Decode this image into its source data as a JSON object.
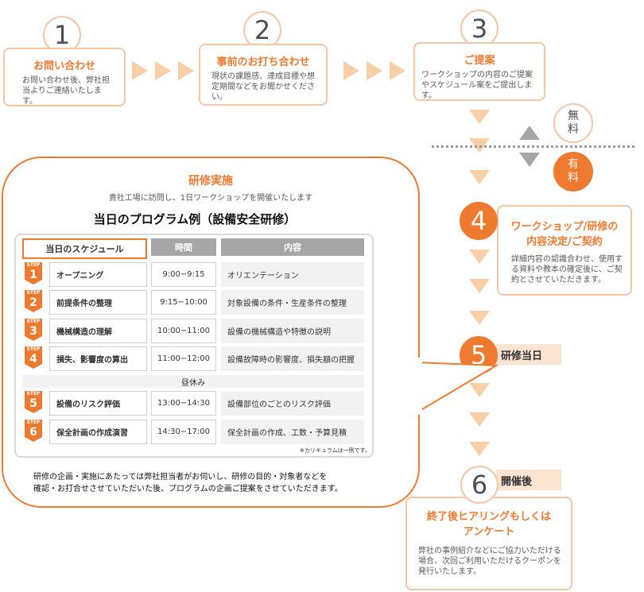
{
  "steps": [
    {
      "number": "1",
      "title": "お問い合わせ",
      "text": "お問い合わせ後、弊社担当よりご連絡いたします。"
    },
    {
      "number": "2",
      "title": "事前のお打ち合わせ",
      "text": "現状の課題感、達成目標や想定期間などをお聞かせください。"
    },
    {
      "number": "3",
      "title": "ご提案",
      "text": "ワークショップの内容のご提案やスケジュール案をご提出します。"
    },
    {
      "number": "4",
      "title_line1": "ワークショップ/研修の",
      "title_line2": "内容決定/ご契約",
      "text": "詳細内容の認識合わせ、使用する資料や教本の確定後に、ご契約とさせていただきます。"
    },
    {
      "number": "5",
      "label": "研修当日"
    },
    {
      "number": "6",
      "label": "開催後",
      "title_line1": "終了後ヒアリングもしくは",
      "title_line2": "アンケート",
      "text": "弊社の事例紹介などにご協力いただける場合、次回ご利用いただけるクーポンを発行いたします。"
    }
  ],
  "free_label": [
    "無",
    "料"
  ],
  "paid_label": [
    "有",
    "料"
  ],
  "panel": {
    "title": "研修実施",
    "subtitle": "貴社工場に訪問し、1日ワークショップを開催いたします",
    "program_title": "当日のプログラム例（設備安全研修）",
    "headers": {
      "schedule": "当日のスケジュール",
      "time": "時間",
      "content": "内容"
    },
    "rows": [
      {
        "step": "1",
        "name": "オープニング",
        "time": "9:00−9:15",
        "content": "オリエンテーション"
      },
      {
        "step": "2",
        "name": "前提条件の整理",
        "time": "9:15−10:00",
        "content": "対象設備の条件・生産条件の整理"
      },
      {
        "step": "3",
        "name": "機械構造の理解",
        "time": "10:00−11:00",
        "content": "設備の機械構造や特徴の説明"
      },
      {
        "step": "4",
        "name": "損失、影響度の算出",
        "time": "11:00−12:00",
        "content": "設備故障時の影響度、損失額の把握"
      },
      {
        "step": "5",
        "name": "設備のリスク評価",
        "time": "13:00−14:30",
        "content": "設備部位のごとのリスク評価"
      },
      {
        "step": "6",
        "name": "保全計画の作成演習",
        "time": "14:30−17:00",
        "content": "保全計画の作成、工数・予算見積"
      }
    ],
    "break_label": "昼休み",
    "step_word": "STEP",
    "footnote": "※カリキュラムは一例です。",
    "note_line1": "研修の企画・実施にあたっては弊社担当者がお伺いし、研修の目的・対象者などを",
    "note_line2": "確認・お打合せさせていただいた後、プログラムの企画ご提案をさせていただきます。"
  },
  "colors": {
    "accent": "#ee7a30",
    "accent_light": "#f5c6a5",
    "arrow": "#f9cfa8",
    "gray": "#a6a6a6"
  }
}
